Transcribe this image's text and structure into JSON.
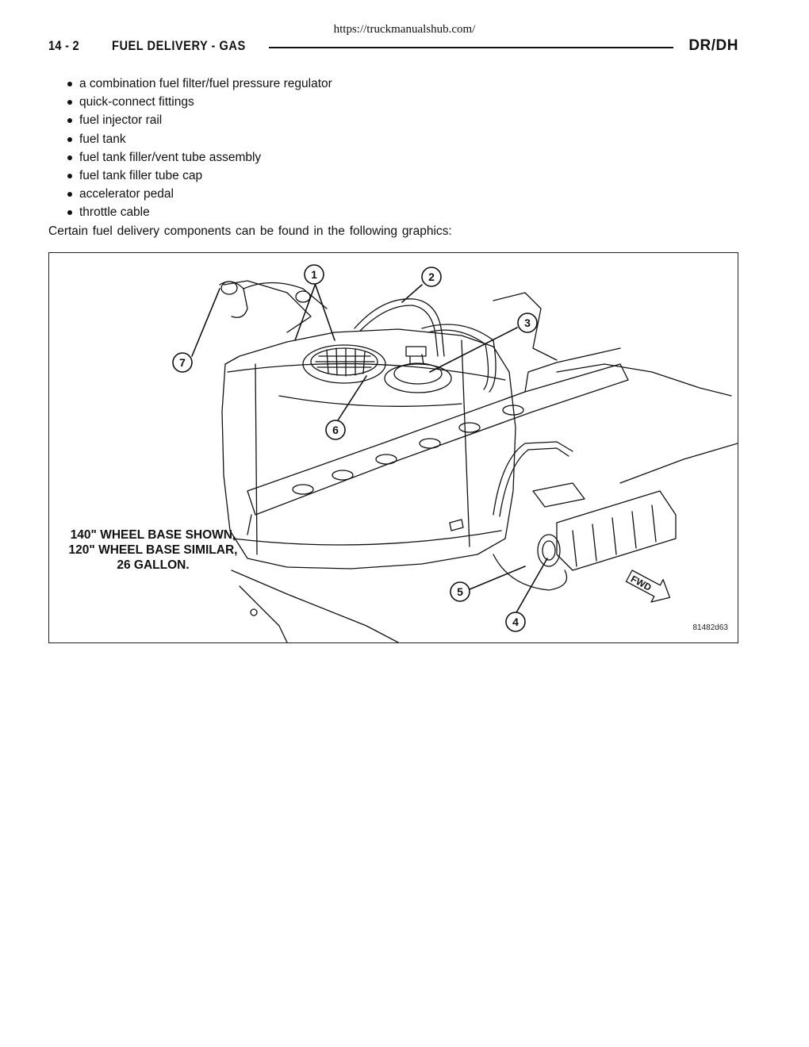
{
  "source_url": "https://truckmanualshub.com/",
  "running_head": {
    "page": "14 - 2",
    "section": "FUEL DELIVERY - GAS",
    "model": "DR/DH"
  },
  "bullets": [
    "a combination fuel filter/fuel pressure regulator",
    "quick-connect fittings",
    "fuel injector rail",
    "fuel tank",
    "fuel tank filler/vent tube assembly",
    "fuel tank filler tube cap",
    "accelerator pedal",
    "throttle cable"
  ],
  "paragraph": "Certain fuel delivery components can be found in the following graphics:",
  "figure": {
    "caption": [
      "140\" WHEEL BASE SHOWN,",
      "120\" WHEEL BASE SIMILAR,",
      "26 GALLON."
    ],
    "figure_id": "81482d63",
    "fwd_label": "FWD",
    "callouts": [
      "1",
      "2",
      "3",
      "4",
      "5",
      "6",
      "7"
    ]
  }
}
